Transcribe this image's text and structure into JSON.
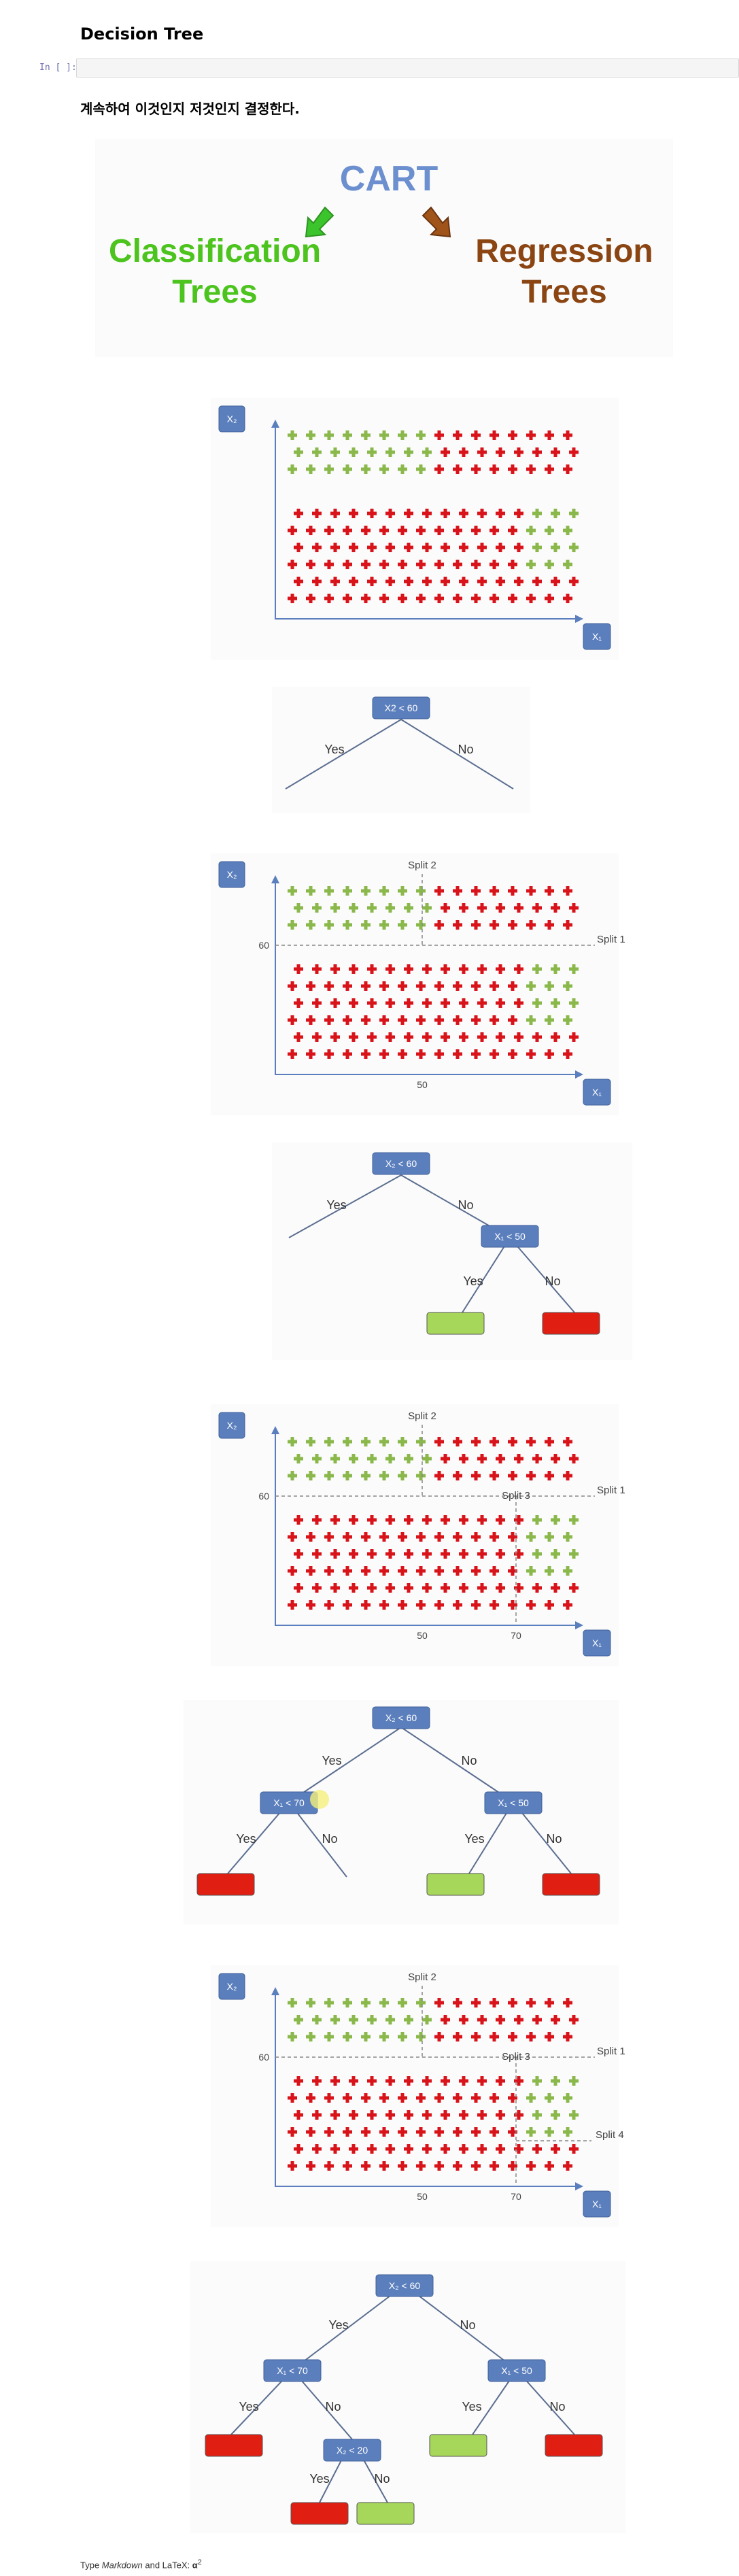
{
  "notebook": {
    "title": "Decision Tree",
    "input_prompt": "In [ ]:",
    "korean_text": "계속하여 이것인지 저것인지 결정한다.",
    "footer_prefix": "Type ",
    "footer_markdown": "Markdown",
    "footer_middle": " and LaTeX: ",
    "footer_alpha": "α",
    "footer_sup": "2"
  },
  "cart": {
    "title": "CART",
    "classification_line1": "Classification",
    "classification_line2": "Trees",
    "regression_line1": "Regression",
    "regression_line2": "Trees"
  },
  "labels": {
    "x1": "X₁",
    "x2": "X₂",
    "split1": "Split 1",
    "split2": "Split 2",
    "split3": "Split 3",
    "split4": "Split 4",
    "tick60": "60",
    "tick50": "50",
    "tick70": "70",
    "yes": "Yes",
    "no": "No",
    "node_x2_60": "X2 < 60",
    "node_x2_60_sub": "X₂ < 60",
    "node_x1_50": "X₁ < 50",
    "node_x1_70": "X₁ < 70",
    "node_x2_20": "X₂ < 20"
  },
  "colors": {
    "blue_node": "#5b7fbd",
    "green_leaf": "#a6d65a",
    "red_leaf": "#e01e12",
    "green_cross": "#8bb84b",
    "red_cross": "#d8141a",
    "axis": "#5b7fbd",
    "classification_green": "#4cc41d",
    "regression_brown": "#8b4513"
  }
}
